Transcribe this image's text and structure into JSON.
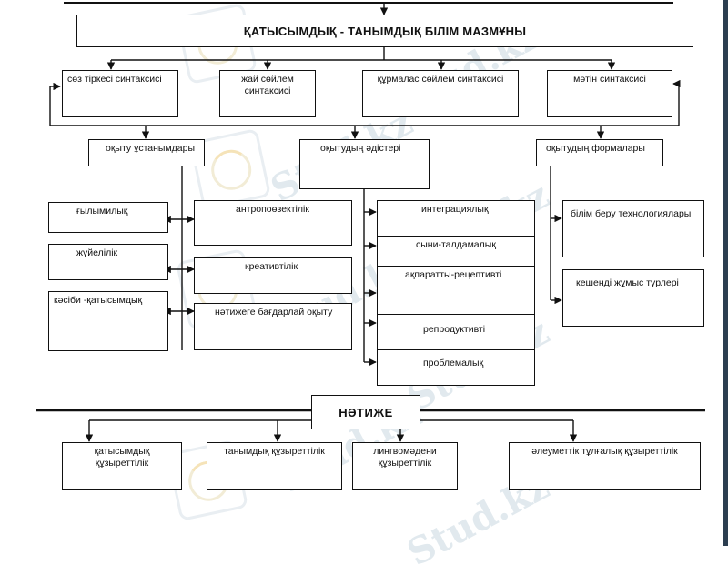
{
  "header": {
    "title": "ҚАТЫСЫМДЫҚ - ТАНЫМДЫҚ  БІЛІМ МАЗМҰНЫ"
  },
  "syntax": {
    "items": [
      "сөз тіркесі синтаксисі",
      "жай сөйлем синтаксисі",
      "құрмалас сөйлем синтаксисі",
      "мәтін синтаксисі"
    ]
  },
  "principles": {
    "title": "оқыту ұстанымдары",
    "left": [
      "ғылымилық",
      "жүйелілік",
      "кәсіби -қатысымдық"
    ],
    "right": [
      "антропоөзектілік",
      "креативтілік",
      "нәтижеге бағдарлай оқыту"
    ]
  },
  "methods": {
    "title": "оқытудың әдістері",
    "items": [
      "интеграциялық",
      "сыни-талдамалық",
      "ақпаратты-рецептивті",
      "репродуктивті",
      "проблемалық"
    ]
  },
  "forms": {
    "title": "оқытудың формалары",
    "items": [
      "білім беру технологиялары",
      "кешенді жұмыс түрлері"
    ]
  },
  "result": {
    "title": "НӘТИЖЕ",
    "items": [
      "қатысымдық құзыреттілік",
      "танымдық құзыреттілік",
      "лингвомәдени құзыреттілік",
      "әлеуметтік тұлғалық құзыреттілік"
    ]
  },
  "watermark": {
    "text": "Stud.kz"
  }
}
